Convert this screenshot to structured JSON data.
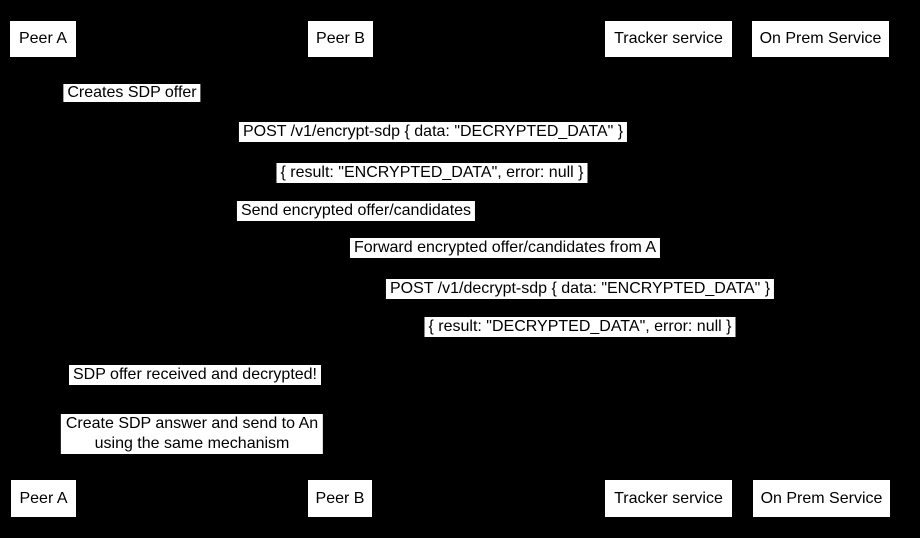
{
  "diagram": {
    "type": "sequence-diagram",
    "background_color": "#000000",
    "box_fill_color": "#ffffff",
    "text_color": "#000000"
  },
  "participants": [
    {
      "id": "peer-a",
      "label": "Peer A"
    },
    {
      "id": "peer-b",
      "label": "Peer B"
    },
    {
      "id": "tracker-service",
      "label": "Tracker service"
    },
    {
      "id": "on-prem-service",
      "label": "On Prem Service"
    }
  ],
  "messages": [
    {
      "text": "Creates SDP offer"
    },
    {
      "text": "POST /v1/encrypt-sdp { data: \"DECRYPTED_DATA\" }"
    },
    {
      "text": "{ result: \"ENCRYPTED_DATA\", error: null }"
    },
    {
      "text": "Send encrypted offer/candidates"
    },
    {
      "text": "Forward encrypted offer/candidates from A"
    },
    {
      "text": "POST /v1/decrypt-sdp { data: \"ENCRYPTED_DATA\" }"
    },
    {
      "text": "{ result: \"DECRYPTED_DATA\", error: null }"
    },
    {
      "text": "SDP offer received and decrypted!"
    }
  ],
  "note": {
    "lines": [
      "Create SDP answer and send to An",
      "using the same mechanism"
    ]
  }
}
